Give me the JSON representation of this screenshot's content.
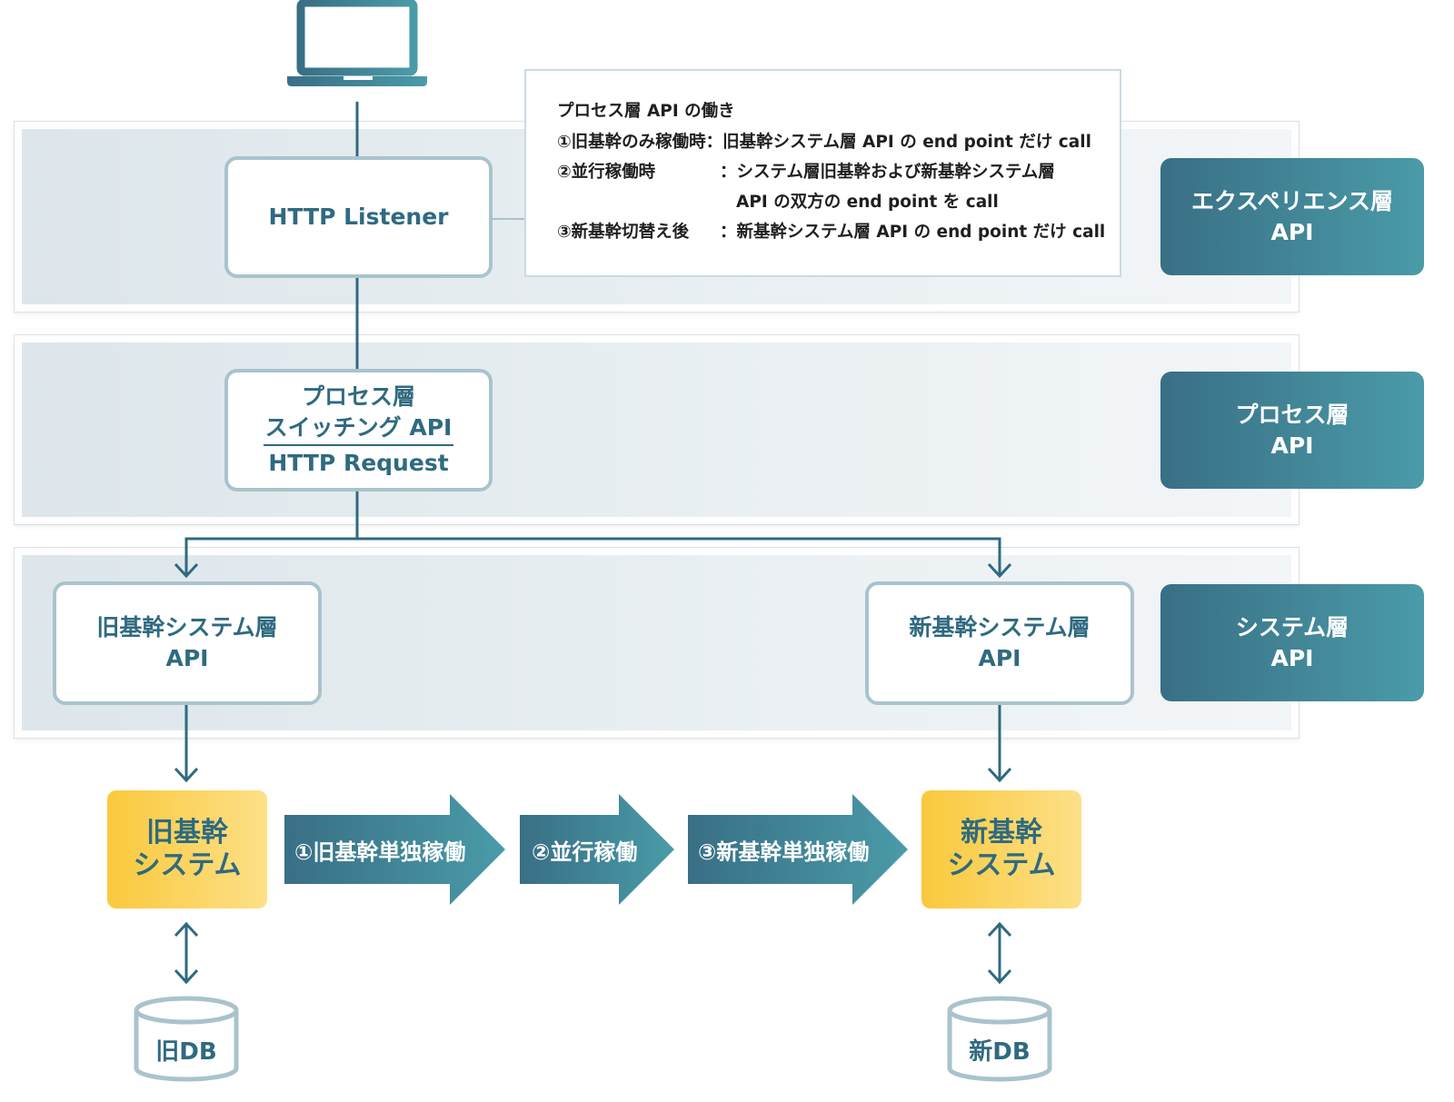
{
  "note": {
    "title": "プロセス層 API の働き",
    "line1": "①旧基幹のみ稼働時：旧基幹システム層 API の end point だけ call",
    "line2_label": "②並行稼働時",
    "line2_text": "：システム層旧基幹および新基幹システム層",
    "line3_text": "API の双方の end point を call",
    "line4_label": "③新基幹切替え後",
    "line4_text": "：新基幹システム層 API の end point だけ call"
  },
  "boxes": {
    "http_listener": "HTTP Listener",
    "process_line1": "プロセス層",
    "process_line2": "スイッチング API",
    "process_line3": "HTTP Request",
    "old_sys_line1": "旧基幹システム層",
    "old_sys_line2": "API",
    "new_sys_line1": "新基幹システム層",
    "new_sys_line2": "API"
  },
  "layers": {
    "experience_line1": "エクスペリエンス層",
    "experience_line2": "API",
    "process_line1": "プロセス層",
    "process_line2": "API",
    "system_line1": "システム層",
    "system_line2": "API"
  },
  "migration": {
    "old_line1": "旧基幹",
    "old_line2": "システム",
    "step1": "①旧基幹単独稼働",
    "step2": "②並行稼働",
    "step3": "③新基幹単独稼働",
    "new_line1": "新基幹",
    "new_line2": "システム"
  },
  "databases": {
    "old": "旧DB",
    "new": "新DB"
  },
  "colors": {
    "teal_dark": "#396f85",
    "teal_light": "#4a9ba8",
    "box_border": "#a9c3cd",
    "yellow": "#f9c93c"
  }
}
